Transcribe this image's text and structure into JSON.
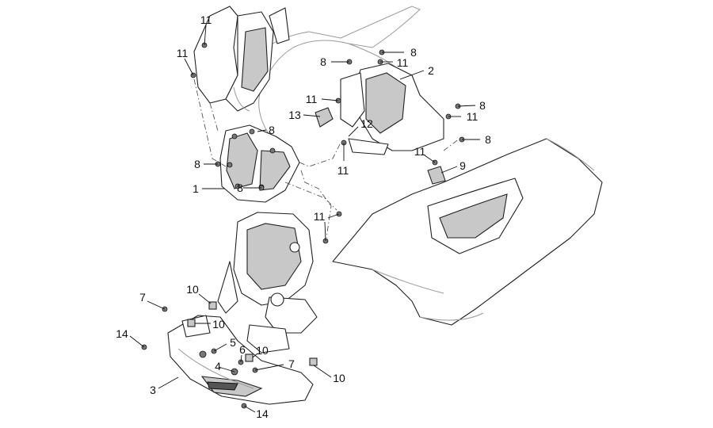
{
  "callouts": [
    {
      "label": "11"
    },
    {
      "label": "11"
    },
    {
      "label": "8"
    },
    {
      "label": "8"
    },
    {
      "label": "11"
    },
    {
      "label": "2"
    },
    {
      "label": "8"
    },
    {
      "label": "11"
    },
    {
      "label": "11"
    },
    {
      "label": "13"
    },
    {
      "label": "12"
    },
    {
      "label": "8"
    },
    {
      "label": "8"
    },
    {
      "label": "11"
    },
    {
      "label": "11"
    },
    {
      "label": "9"
    },
    {
      "label": "8"
    },
    {
      "label": "1"
    },
    {
      "label": "8"
    },
    {
      "label": "11"
    },
    {
      "label": "10"
    },
    {
      "label": "7"
    },
    {
      "label": "10"
    },
    {
      "label": "14"
    },
    {
      "label": "5"
    },
    {
      "label": "6"
    },
    {
      "label": "10"
    },
    {
      "label": "4"
    },
    {
      "label": "7"
    },
    {
      "label": "10"
    },
    {
      "label": "3"
    },
    {
      "label": "14"
    }
  ]
}
